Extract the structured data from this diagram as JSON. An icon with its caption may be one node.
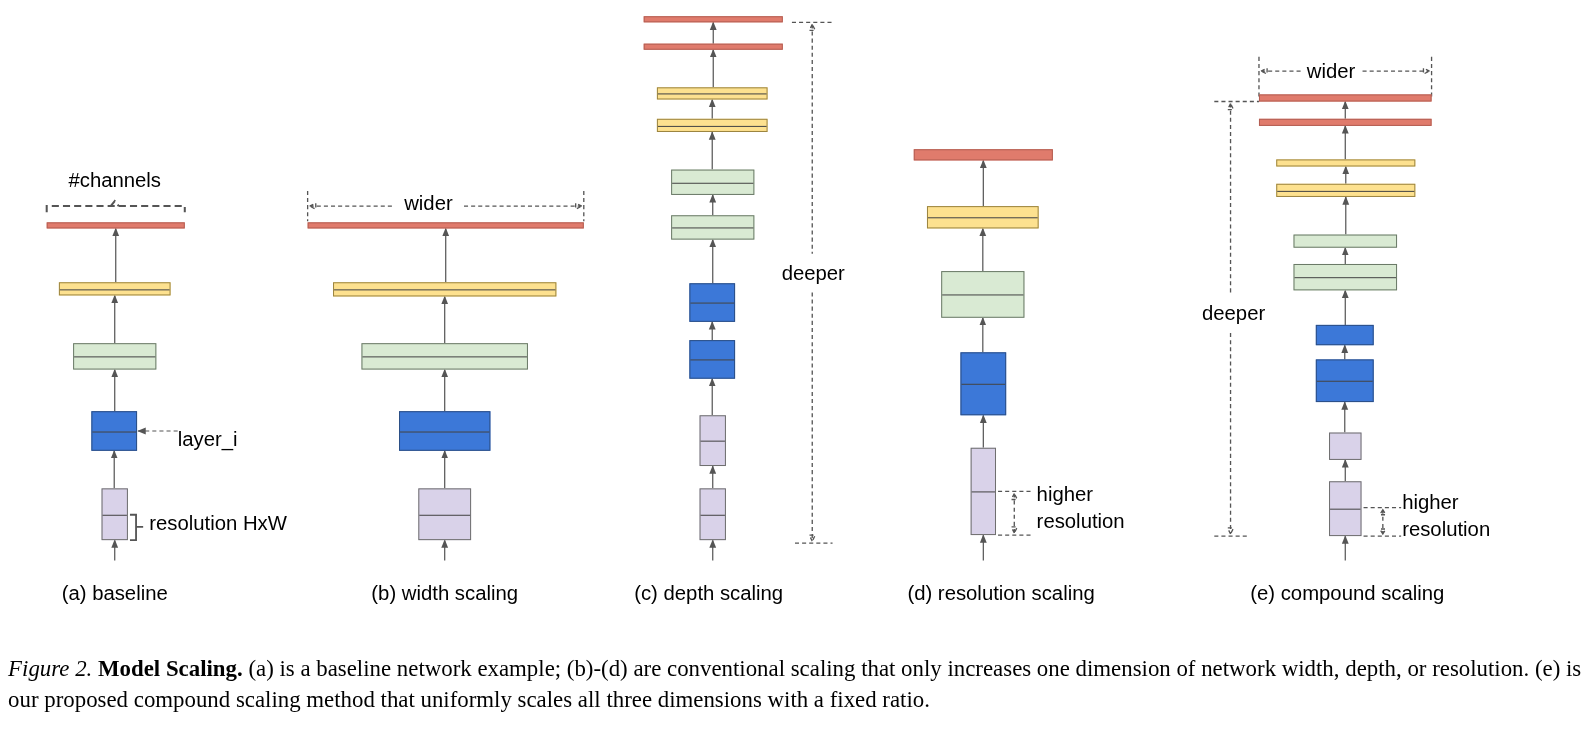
{
  "diagram": {
    "caption": "*Figure 2.* **Model Scaling.** (a) is a baseline network example; (b)-(d) are conventional scaling that only increases one dimension of network width, depth, or resolution. (e) is our proposed compound scaling method that uniformly scales all three dimensions with a fixed ratio.",
    "nodes": [
      {
        "text": [],
        "shape": "box"
      },
      {
        "text": [],
        "shape": "box"
      },
      {
        "text": [],
        "shape": "box"
      },
      {
        "text": [],
        "shape": "box"
      },
      {
        "text": [],
        "shape": "box"
      },
      {
        "text": [
          "layer_i"
        ]
      },
      {
        "text": [],
        "shape": "box"
      },
      {
        "text": [],
        "shape": "box"
      },
      {
        "text": [],
        "shape": "box"
      },
      {
        "text": [],
        "shape": "box"
      },
      {
        "text": [],
        "shape": "box"
      },
      {
        "text": [],
        "shape": "box"
      },
      {
        "text": [],
        "shape": "box"
      },
      {
        "text": [],
        "shape": "box"
      },
      {
        "text": [],
        "shape": "box"
      },
      {
        "text": [],
        "shape": "box"
      },
      {
        "text": [],
        "shape": "box"
      },
      {
        "text": [],
        "shape": "box"
      },
      {
        "text": [],
        "shape": "box"
      },
      {
        "text": [],
        "shape": "box"
      },
      {
        "text": [],
        "shape": "box"
      },
      {
        "text": [],
        "shape": "box"
      },
      {
        "text": [],
        "shape": "box"
      },
      {
        "text": [],
        "shape": "box"
      },
      {
        "text": [],
        "shape": "box"
      },
      {
        "text": [],
        "shape": "box"
      },
      {
        "text": [],
        "shape": "box"
      },
      {
        "text": [],
        "shape": "box"
      },
      {
        "text": [],
        "shape": "box"
      },
      {
        "text": [],
        "shape": "box"
      },
      {
        "text": [],
        "shape": "box"
      },
      {
        "text": [],
        "shape": "box"
      },
      {
        "text": [],
        "shape": "box"
      },
      {
        "text": [],
        "shape": "box"
      },
      {
        "text": [],
        "shape": "box"
      },
      {
        "text": [],
        "shape": "box"
      }
    ],
    "edges": [
      {
        "from": null,
        "to": 4,
        "arrow": "to"
      },
      {
        "from": 4,
        "to": 3,
        "arrow": "to"
      },
      {
        "from": 3,
        "to": 2,
        "arrow": "to"
      },
      {
        "from": 2,
        "to": 1,
        "arrow": "to"
      },
      {
        "from": 1,
        "to": 0,
        "arrow": "to"
      },
      {
        "from": 5,
        "to": 3,
        "arrow": "to",
        "style": "dashed"
      },
      {
        "from": null,
        "to": 10,
        "arrow": "to"
      },
      {
        "from": 10,
        "to": 9,
        "arrow": "to"
      },
      {
        "from": 9,
        "to": 8,
        "arrow": "to"
      },
      {
        "from": 8,
        "to": 7,
        "arrow": "to"
      },
      {
        "from": 7,
        "to": 6,
        "arrow": "to"
      },
      {
        "from": null,
        "to": 20,
        "arrow": "to"
      },
      {
        "from": 20,
        "to": 19,
        "arrow": "to"
      },
      {
        "from": 19,
        "to": 18,
        "arrow": "to"
      },
      {
        "from": 18,
        "to": 17,
        "arrow": "to"
      },
      {
        "from": 17,
        "to": 16,
        "arrow": "to"
      },
      {
        "from": 16,
        "to": 15,
        "arrow": "to"
      },
      {
        "from": 15,
        "to": 14,
        "arrow": "to"
      },
      {
        "from": 14,
        "to": 13,
        "arrow": "to"
      },
      {
        "from": 13,
        "to": 12,
        "arrow": "to"
      },
      {
        "from": 12,
        "to": 11,
        "arrow": "to"
      },
      {
        "from": null,
        "to": 25,
        "arrow": "to"
      },
      {
        "from": 25,
        "to": 24,
        "arrow": "to"
      },
      {
        "from": 24,
        "to": 23,
        "arrow": "to"
      },
      {
        "from": 23,
        "to": 22,
        "arrow": "to"
      },
      {
        "from": 22,
        "to": 21,
        "arrow": "to"
      },
      {
        "from": null,
        "to": 35,
        "arrow": "to"
      },
      {
        "from": 35,
        "to": 34,
        "arrow": "to"
      },
      {
        "from": 34,
        "to": 33,
        "arrow": "to"
      },
      {
        "from": 33,
        "to": 32,
        "arrow": "to"
      },
      {
        "from": 32,
        "to": 31,
        "arrow": "to"
      },
      {
        "from": 31,
        "to": 30,
        "arrow": "to"
      },
      {
        "from": 30,
        "to": 29,
        "arrow": "to"
      },
      {
        "from": 29,
        "to": 28,
        "arrow": "to"
      },
      {
        "from": 28,
        "to": 27,
        "arrow": "to"
      },
      {
        "from": 27,
        "to": 26,
        "arrow": "to"
      }
    ],
    "labels": [
      "#channels",
      "resolution HxW",
      "(a) baseline",
      "wider",
      "(b) width scaling",
      "deeper",
      "(c) depth scaling",
      "higher resolution",
      "(d) resolution scaling",
      "wider",
      "deeper",
      "higher resolution",
      "(e) compound scaling"
    ]
  }
}
